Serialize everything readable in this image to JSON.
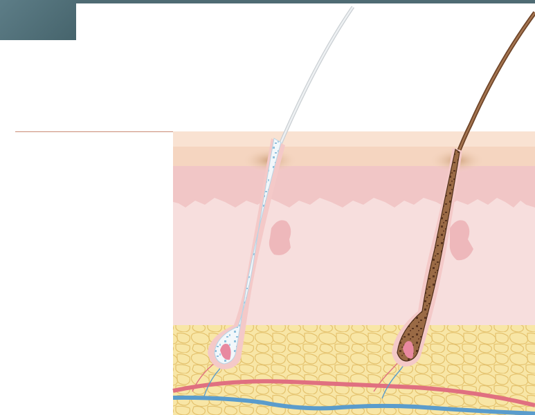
{
  "diagram": {
    "subject": "hair-follicles-cross-section",
    "colors": {
      "header": "#4f6b73",
      "epidermis": "#f5d5c0",
      "dermis": "#f7dedd",
      "papillary": "#f1c6c6",
      "fat": "#f8e6a6",
      "fat_outline": "#e4c26e",
      "artery": "#e07080",
      "vein": "#5a9ccc",
      "white_hair": "#e6eef3",
      "white_hair_speckle": "#8fc0dc",
      "brown_hair": "#8a5a3a",
      "brown_hair_speckle": "#5a3520"
    },
    "structures": [
      "grey-hair",
      "pigmented-hair",
      "epidermis",
      "dermis",
      "subcutaneous-fat",
      "artery",
      "vein",
      "sebaceous-gland"
    ]
  }
}
